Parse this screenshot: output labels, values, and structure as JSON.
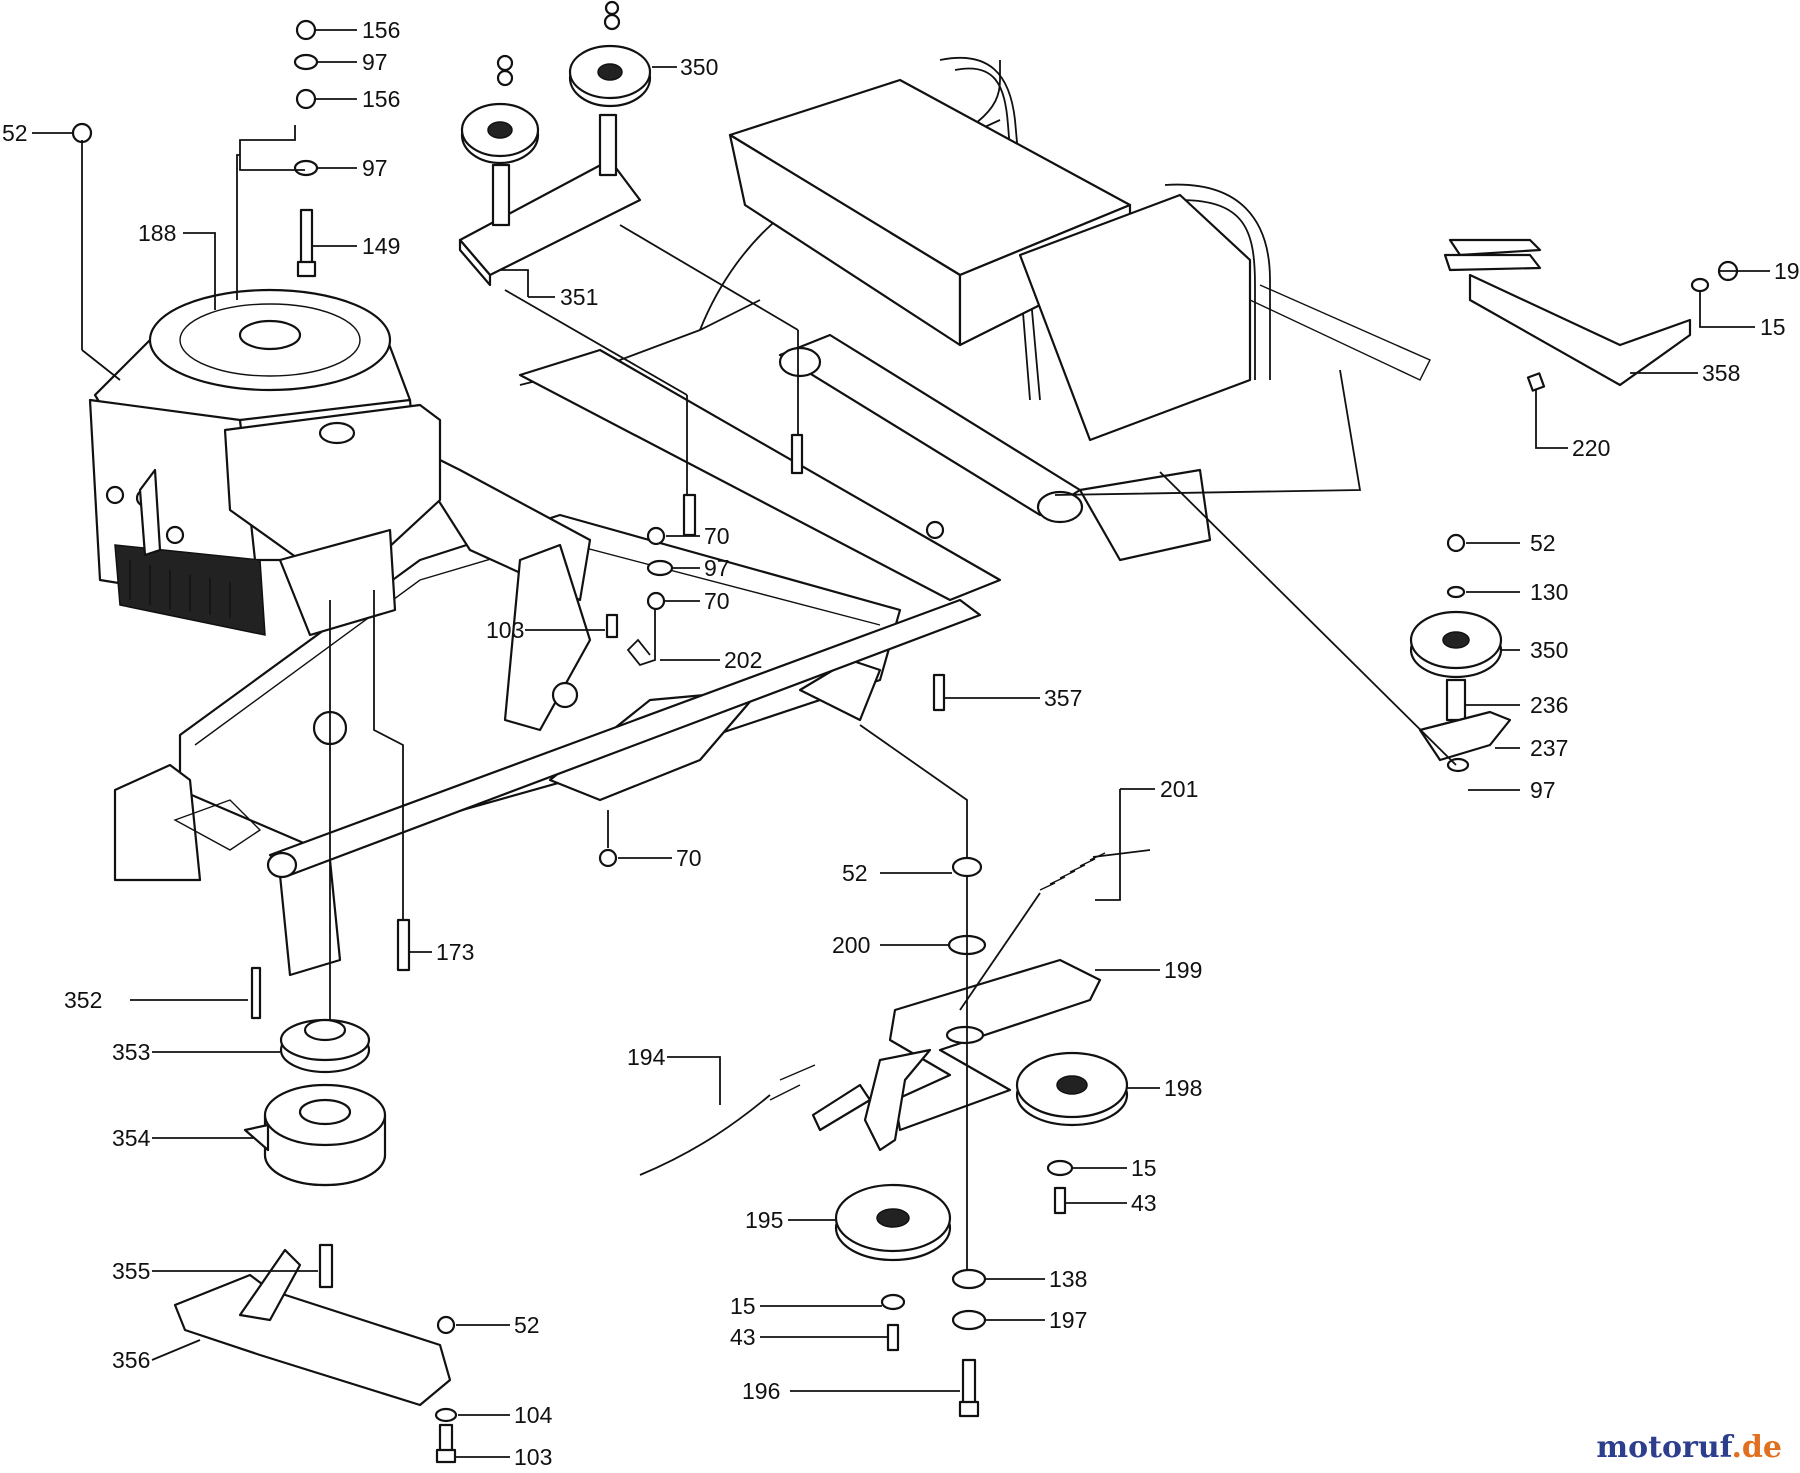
{
  "watermark": {
    "brand": "motoruf",
    "suffix": ".de"
  },
  "callouts": {
    "c156a": "156",
    "c97a": "97",
    "c156b": "156",
    "c97b": "97",
    "c149": "149",
    "c52a": "52",
    "c188": "188",
    "c351": "351",
    "c350a": "350",
    "c19": "19",
    "c15a": "15",
    "c358": "358",
    "c220": "220",
    "c52b": "52",
    "c130": "130",
    "c350b": "350",
    "c236": "236",
    "c237": "237",
    "c97c": "97",
    "c70a": "70",
    "c97d": "97",
    "c70b": "70",
    "c103a": "103",
    "c202": "202",
    "c357": "357",
    "c70c": "70",
    "c201": "201",
    "c52c": "52",
    "c200": "200",
    "c199": "199",
    "c194": "194",
    "c198": "198",
    "c15b": "15",
    "c43a": "43",
    "c195": "195",
    "c138": "138",
    "c15c": "15",
    "c197": "197",
    "c43b": "43",
    "c196": "196",
    "c173": "173",
    "c352": "352",
    "c353": "353",
    "c354": "354",
    "c355": "355",
    "c356": "356",
    "c52d": "52",
    "c104": "104",
    "c103b": "103"
  }
}
